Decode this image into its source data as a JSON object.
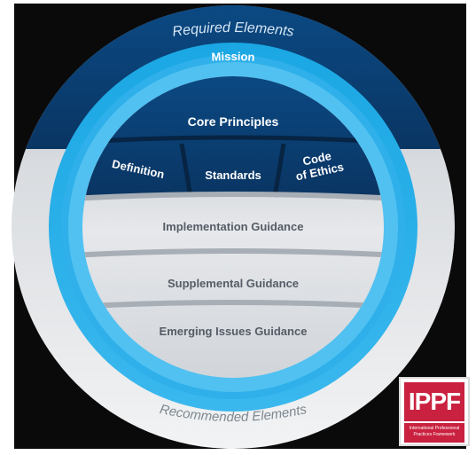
{
  "diagram": {
    "outer_top_label": "Required Elements",
    "mission_label": "Mission",
    "core_principles_label": "Core Principles",
    "pillars": [
      {
        "label_lines": [
          "Definition"
        ]
      },
      {
        "label_lines": [
          "Standards"
        ]
      },
      {
        "label_lines": [
          "Code",
          "of Ethics"
        ]
      }
    ],
    "guidance_bands": [
      {
        "label": "Implementation Guidance"
      },
      {
        "label": "Supplemental Guidance"
      },
      {
        "label": "Emerging Issues Guidance"
      }
    ],
    "outer_bottom_label": "Recommended Elements"
  },
  "logo": {
    "mark": "IPPF",
    "tagline": "International Professional Practices Framework"
  },
  "colors": {
    "navy": "#0c3a6b",
    "dark_navy": "#082a4f",
    "bright_blue": "#1ea0dc",
    "light_blue": "#4fc3f0",
    "gray": "#c8ccd2",
    "light_gray": "#e8eaed",
    "logo_red": "#c9213f"
  }
}
